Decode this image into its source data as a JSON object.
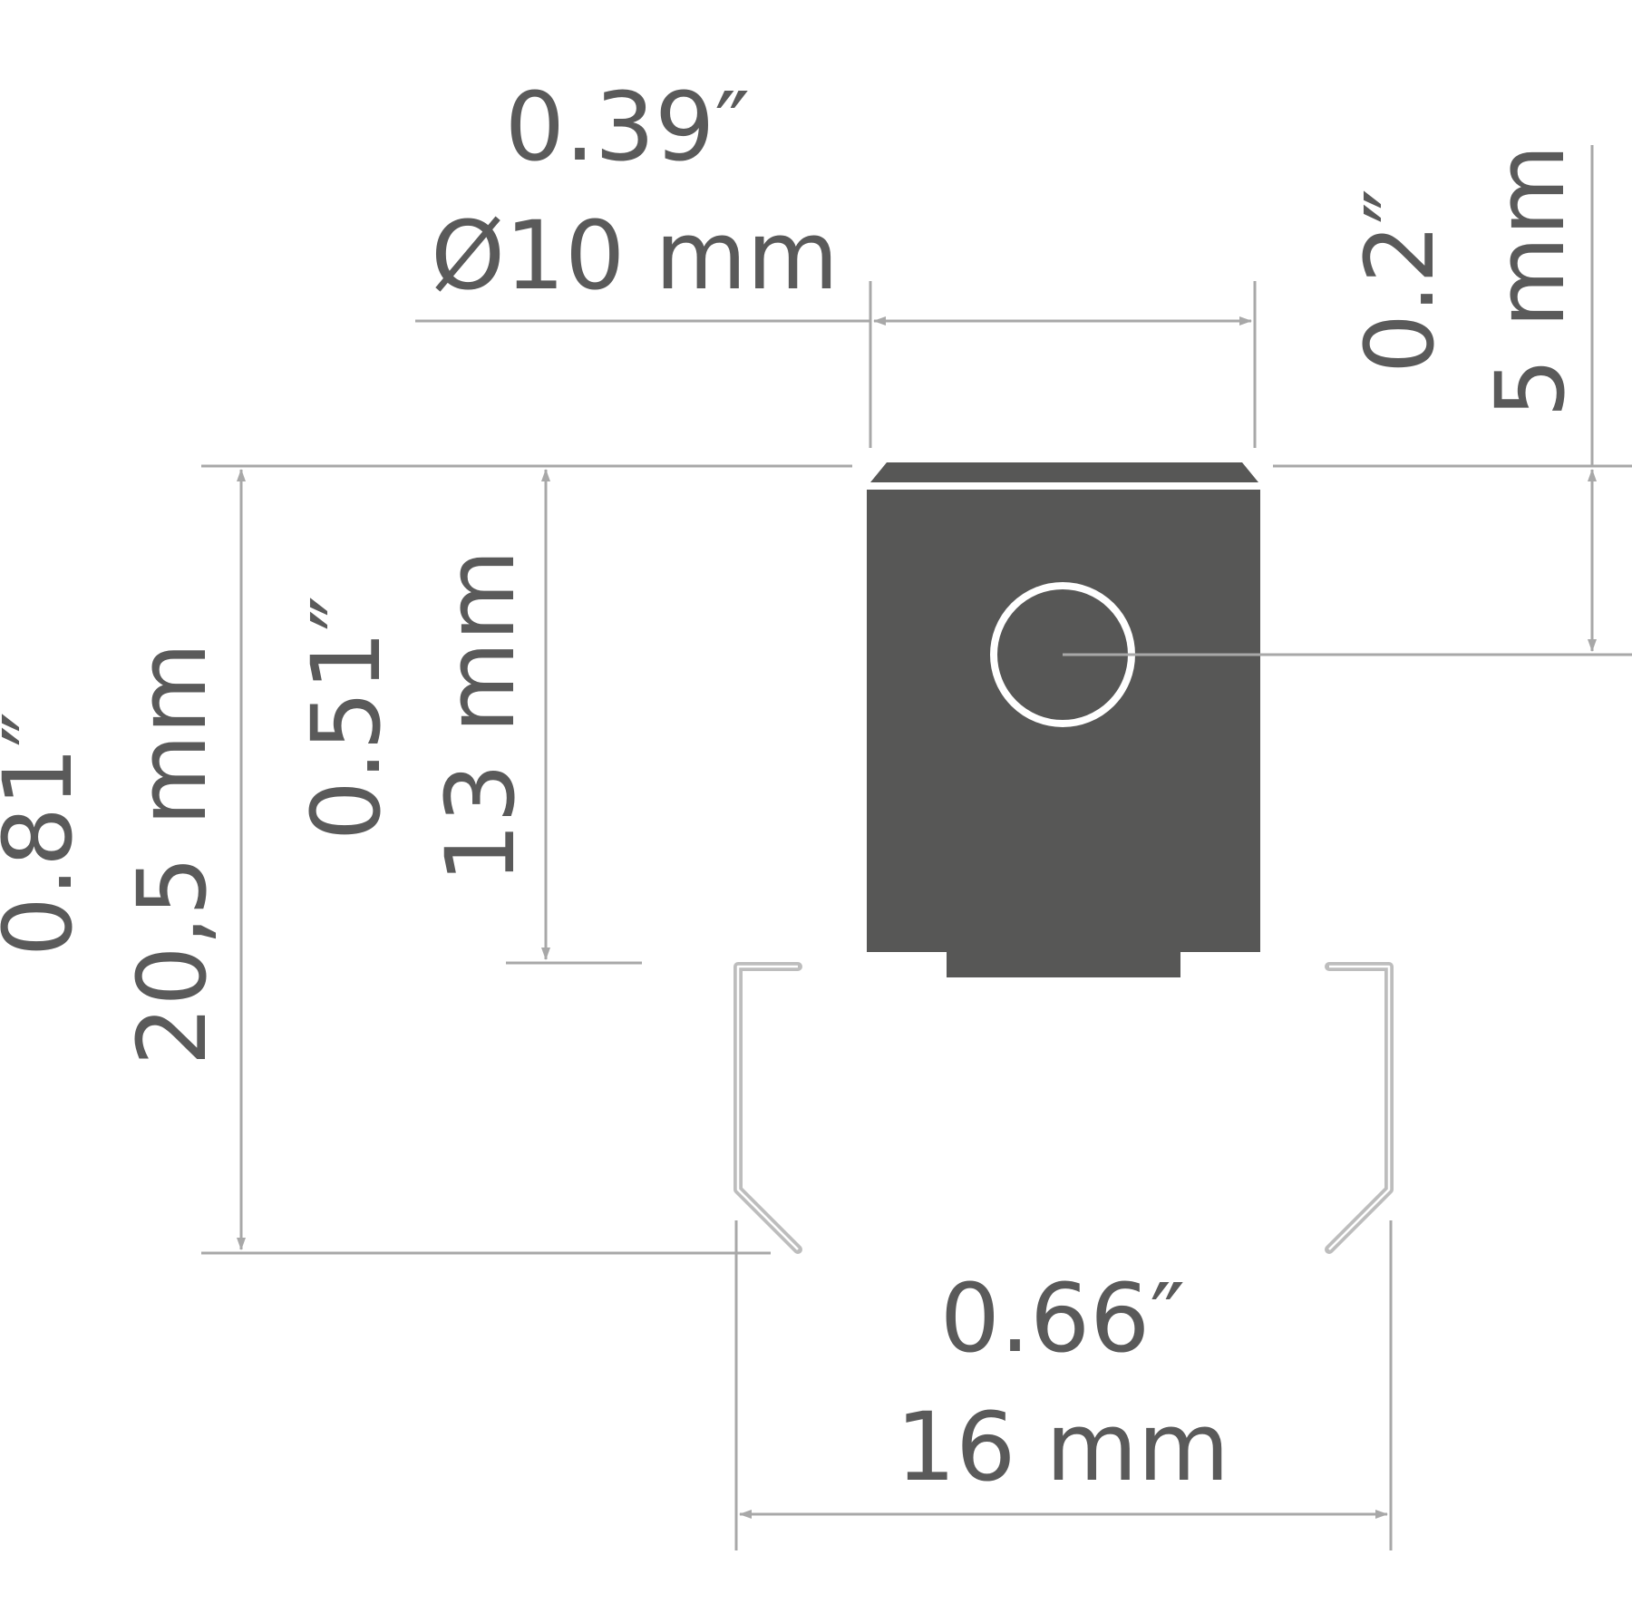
{
  "colors": {
    "background": "#ffffff",
    "part": "#575756",
    "dimension": "#a8a8a8",
    "profile": "#bdbdbd",
    "text": "#5a5a5a"
  },
  "dimensions": {
    "diameter": {
      "inch": "0.39″",
      "mm": "Ø10 mm"
    },
    "hole_offset": {
      "inch": "0.2″",
      "mm": "5 mm"
    },
    "total_height": {
      "inch": "0.81″",
      "mm": "20,5 mm"
    },
    "body_height": {
      "inch": "0.51″",
      "mm": "13 mm"
    },
    "profile_width": {
      "inch": "0.66″",
      "mm": "16 mm"
    }
  }
}
